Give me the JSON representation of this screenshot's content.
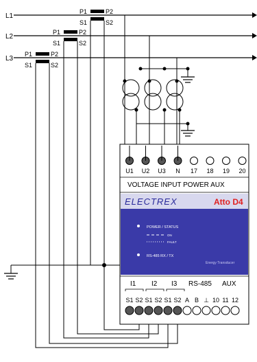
{
  "lines": {
    "l1": "L1",
    "l2": "L2",
    "l3": "L3"
  },
  "ct": {
    "l1": {
      "p1": "P1",
      "p2": "P2",
      "s1": "S1",
      "s2": "S2"
    },
    "l2": {
      "p1": "P1",
      "p2": "P2",
      "s1": "S1",
      "s2": "S2"
    },
    "l3": {
      "p1": "P1",
      "p2": "P2",
      "s1": "S1",
      "s2": "S2"
    }
  },
  "voltage_terminals": [
    "U1",
    "U2",
    "U3",
    "N",
    "17",
    "18",
    "19",
    "20"
  ],
  "voltage_header": "VOLTAGE INPUT  POWER    AUX",
  "device": {
    "brand": "ELECTREX",
    "model": "Atto D4",
    "led_power_label": "POWER / STATUS",
    "led_on": "ON",
    "led_fault": "FAULT",
    "rs485_led_label": "RS-485 RX / TX",
    "product_type": "Energy Transducer"
  },
  "current_groups": {
    "i1": "I1",
    "i2": "I2",
    "i3": "I3",
    "rs485": "RS-485",
    "aux": "AUX"
  },
  "current_terminals": [
    "S1",
    "S2",
    "S1",
    "S2",
    "S1",
    "S2",
    "A",
    "B",
    "⊥",
    "10",
    "11",
    "12"
  ],
  "colors": {
    "wire": "#000000",
    "panel": "#3a3aa8",
    "banner": "#d8d8ee",
    "brand": "#2a2a9a",
    "model": "#e02020"
  }
}
